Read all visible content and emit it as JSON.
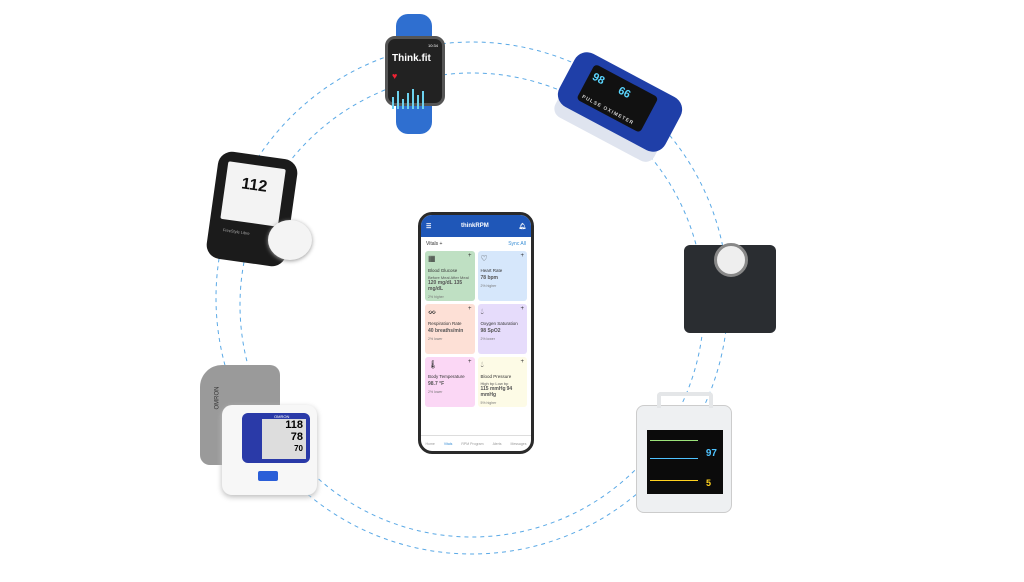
{
  "phone": {
    "app_title": "thinkRPM",
    "section": "Vitals",
    "sync_label": "Sync All",
    "cards": [
      {
        "name": "Blood Glucose",
        "color": "#bfe0c3",
        "icon": "glucose-meter-icon",
        "sub": [
          "Before Meal",
          "After Meal"
        ],
        "values": [
          "120 mg/dL",
          "135 mg/dL"
        ],
        "trend": "2% higher"
      },
      {
        "name": "Heart Rate",
        "color": "#d6e7fb",
        "icon": "heart-pulse-icon",
        "values": [
          "78 bpm"
        ],
        "trend": "2% higher"
      },
      {
        "name": "Respiration Rate",
        "color": "#fde0d6",
        "icon": "lungs-icon",
        "values": [
          "40 breaths/min"
        ],
        "trend": "2% lower"
      },
      {
        "name": "Oxygen Saturation",
        "color": "#e6dcfb",
        "icon": "drop-icon",
        "values": [
          "98 SpO2"
        ],
        "trend": "2% lower"
      },
      {
        "name": "Body Temperature",
        "color": "#fbd7f5",
        "icon": "thermometer-icon",
        "values": [
          "98.7 °F"
        ],
        "trend": "2% lower"
      },
      {
        "name": "Blood Pressure",
        "color": "#fdfbe6",
        "icon": "drop-icon",
        "sub": [
          "High bp",
          "Low bp"
        ],
        "values": [
          "115 mmHg",
          "94 mmHg"
        ],
        "trend": "5% higher"
      }
    ],
    "nav": [
      "Home",
      "Vitals",
      "RPM Program",
      "Alerts",
      "Messages"
    ]
  },
  "devices": {
    "watch": {
      "brand": "Think.fit",
      "time": "10:34"
    },
    "oximeter": {
      "spo2": "98",
      "pulse": "66",
      "label": "PULSE OXIMETER"
    },
    "glucose_meter": {
      "reading": "112",
      "brand": "FreeStyle Libre"
    },
    "bp_monitor": {
      "brand": "OMRON",
      "systolic": "118",
      "diastolic": "78",
      "pulse": "70"
    },
    "patient_monitor": {
      "spo2": "97",
      "value": "5"
    }
  },
  "colors": {
    "ring": "#5aa9e6",
    "brand_blue": "#1f57b8"
  }
}
